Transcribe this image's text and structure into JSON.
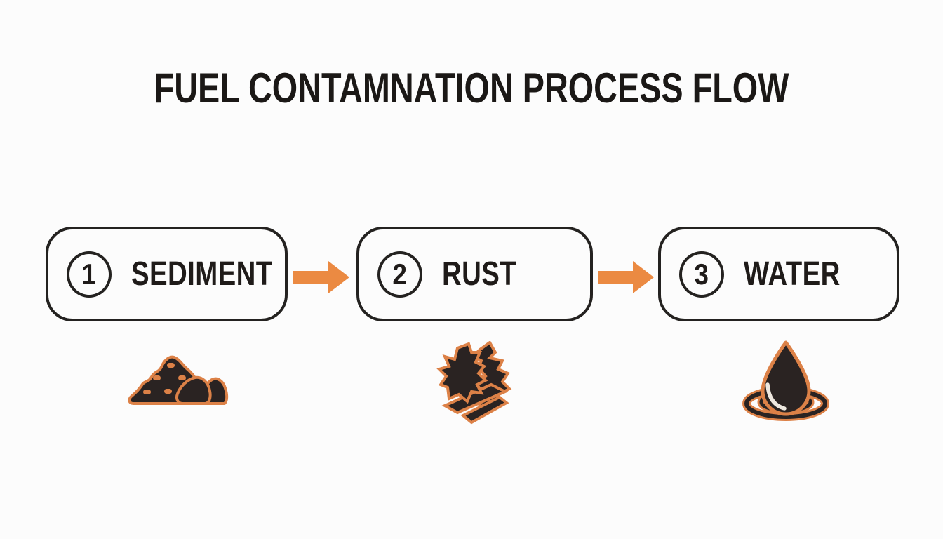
{
  "title": "FUEL CONTAMNATION PROCESS FLOW",
  "steps": [
    {
      "number": "1",
      "label": "SEDIMENT",
      "icon": "sediment-pile-icon"
    },
    {
      "number": "2",
      "label": "RUST",
      "icon": "rust-flakes-icon"
    },
    {
      "number": "3",
      "label": "WATER",
      "icon": "water-drop-ripple-icon"
    }
  ],
  "connectors": [
    {
      "icon": "arrow-right-icon",
      "direction": "right"
    },
    {
      "icon": "arrow-right-icon",
      "direction": "right"
    }
  ],
  "colors": {
    "accent_orange": "#eb8a42",
    "icon_outline_orange": "#dc8147",
    "icon_fill_dark": "#2a2322",
    "ink_black": "#1f1b19",
    "background": "#fcfcfc"
  }
}
